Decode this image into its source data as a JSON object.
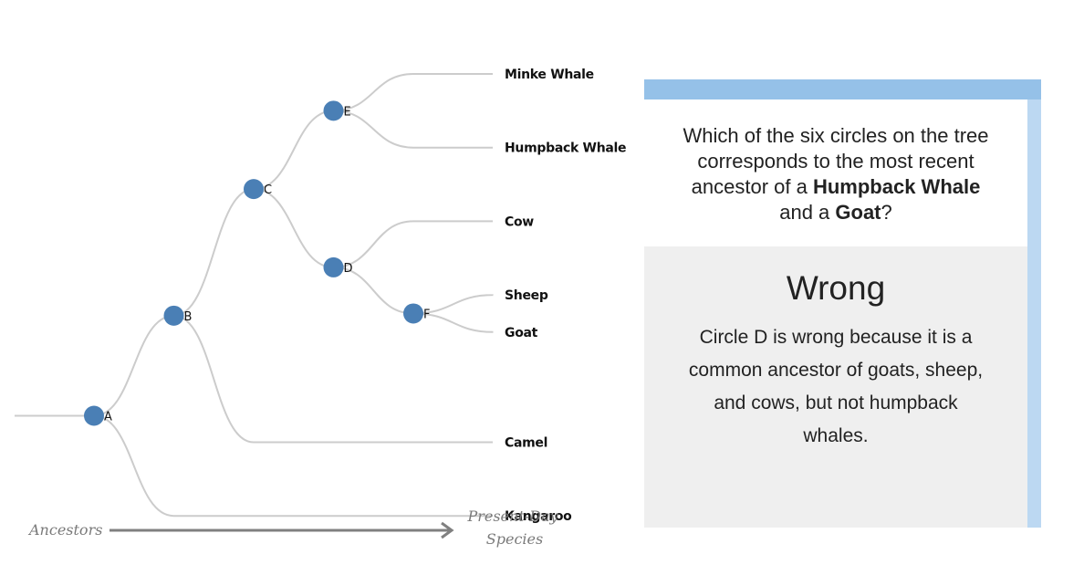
{
  "tree": {
    "root": {
      "label": "A",
      "children": [
        {
          "label": "B",
          "children": [
            {
              "label": "C",
              "children": [
                {
                  "label": "E",
                  "children": [
                    {
                      "leaf": "Minke Whale"
                    },
                    {
                      "leaf": "Humpback Whale"
                    }
                  ]
                },
                {
                  "label": "D",
                  "children": [
                    {
                      "leaf": "Cow"
                    },
                    {
                      "label": "F",
                      "children": [
                        {
                          "leaf": "Sheep"
                        },
                        {
                          "leaf": "Goat"
                        }
                      ]
                    }
                  ]
                }
              ]
            },
            {
              "leaf": "Camel"
            }
          ]
        },
        {
          "leaf": "Kangaroo"
        }
      ]
    }
  },
  "axis": {
    "left_label": "Ancestors",
    "right_label_line1": "Present-Day",
    "right_label_line2": "Species"
  },
  "question": {
    "part1": "Which of the six circles on the tree corresponds to the most recent ancestor of a ",
    "species1": "Humpback Whale",
    "part2": " and a ",
    "species2": "Goat",
    "part3": "?"
  },
  "feedback": {
    "title": "Wrong",
    "text": "Circle D is wrong because it is a common ancestor of goats, sheep, and cows, but not humpback whales."
  },
  "colors": {
    "node": "#4a7fb5",
    "branch": "#cccccc",
    "panel_top": "#95c1e8",
    "panel_side": "#bcd8f2",
    "feedback_bg": "#efefef"
  }
}
